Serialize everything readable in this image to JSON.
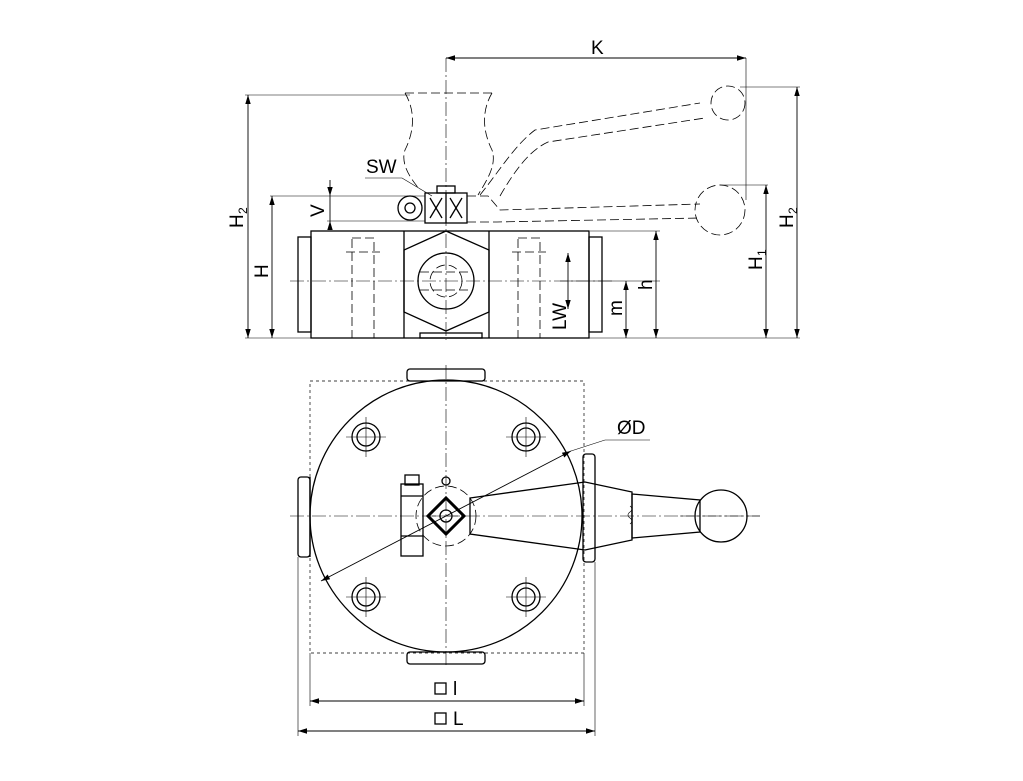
{
  "labels": {
    "K": "K",
    "SW": "SW",
    "H2_left": "H",
    "H2_left_sub": "2",
    "H": "H",
    "V": "V",
    "LW": "LW",
    "m": "m",
    "h": "h",
    "H1": "H",
    "H1_sub": "1",
    "H2_right": "H",
    "H2_right_sub": "2",
    "D": "ØD",
    "l": "l",
    "L": "L"
  },
  "colors": {
    "line": "#000000",
    "background": "#ffffff"
  }
}
